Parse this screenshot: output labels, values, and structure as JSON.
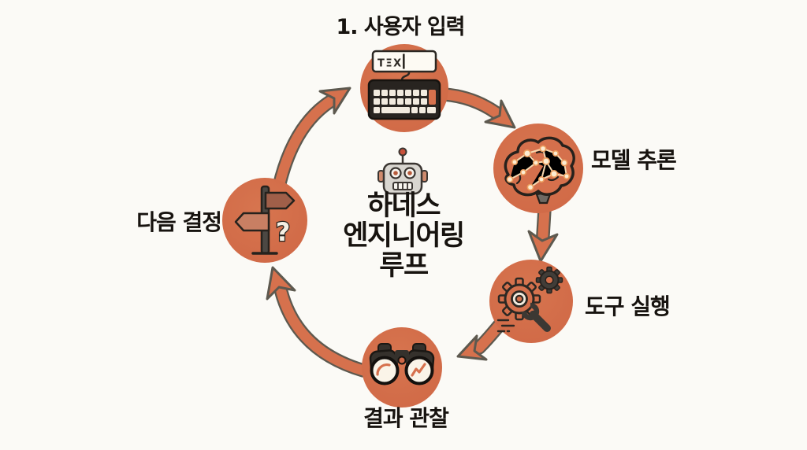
{
  "diagram": {
    "center": {
      "title_lines": [
        "하네스",
        "엔지니어링",
        "루프"
      ]
    },
    "nodes": {
      "user_input": {
        "label": "1. 사용자 입력",
        "icon": "keyboard-icon",
        "field_text": "TΞX"
      },
      "model_inference": {
        "label": "모델 추론",
        "icon": "brain-icon"
      },
      "tool_execution": {
        "label": "도구 실행",
        "icon": "gears-wrench-icon"
      },
      "observe_results": {
        "label": "결과 관찰",
        "icon": "binoculars-icon"
      },
      "next_decision": {
        "label": "다음 결정",
        "icon": "signpost-icon",
        "question_glyph": "?"
      }
    },
    "flow": [
      "user_input",
      "model_inference",
      "tool_execution",
      "observe_results",
      "next_decision"
    ],
    "colors": {
      "node_fill": "#d4704c",
      "arrow_fill": "#d6714d",
      "arrow_outline": "#5d594f",
      "text": "#17130f",
      "background": "#fbfaf6"
    }
  }
}
